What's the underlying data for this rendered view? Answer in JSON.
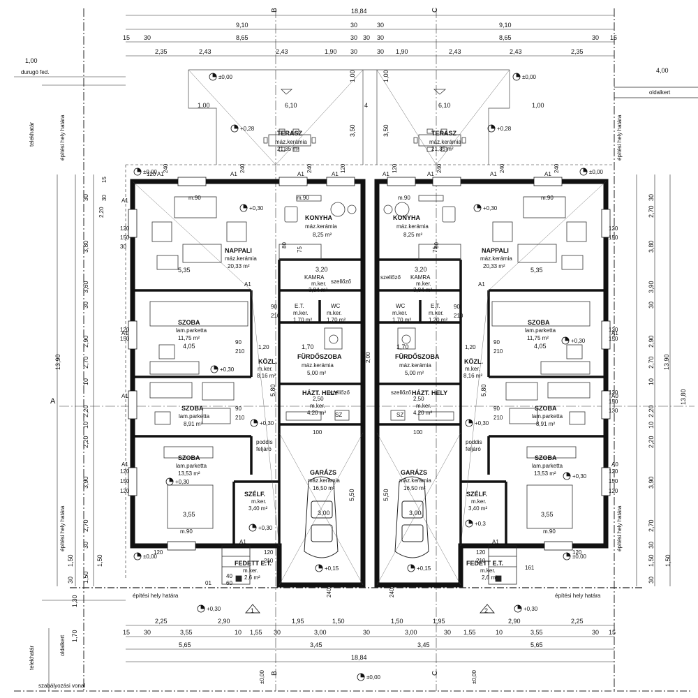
{
  "top_dims": {
    "total": "18,84",
    "row1": [
      "9,10",
      "30",
      "30",
      "9,10"
    ],
    "row2": [
      "15",
      "30",
      "8,65",
      "30",
      "30",
      "30",
      "8,65",
      "30",
      "15"
    ],
    "row3": [
      "2,35",
      "2,43",
      "2,43",
      "1,90",
      "30",
      "30",
      "1,90",
      "2,43",
      "2,43",
      "2,35"
    ]
  },
  "bottom_dims": {
    "row1": [
      "2,25",
      "2,90",
      "1,95",
      "1,50",
      "1,50",
      "1,95",
      "2,90",
      "2,25"
    ],
    "row2": [
      "15",
      "30",
      "3,55",
      "10",
      "1,55",
      "30",
      "3,00",
      "30",
      "3,00",
      "30",
      "1,55",
      "10",
      "3,55",
      "30",
      "15"
    ],
    "row3": [
      "5,65",
      "3,45",
      "3,45",
      "5,65"
    ],
    "total": "18,84"
  },
  "left_dims": {
    "outer": "13,90",
    "mid": [
      "30",
      "3,80",
      "3,60",
      "30",
      "2,90",
      "2,70",
      "10",
      "2,20",
      "10",
      "2,20",
      "3,90",
      "2,70",
      "30",
      "1,50",
      "1,50",
      "30"
    ],
    "inner": [
      "15",
      "30",
      "2,20",
      "120",
      "150",
      "30",
      "120",
      "150",
      "120",
      "150",
      "120",
      "1,50"
    ]
  },
  "right_dims": {
    "outer": [
      "13,90",
      "13,80"
    ],
    "mid": [
      "30",
      "2,70",
      "3,80",
      "3,90",
      "30",
      "2,90",
      "2,70",
      "10",
      "2,20",
      "10",
      "2,20",
      "3,90",
      "2,70",
      "30",
      "1,50",
      "1,50",
      "30"
    ],
    "inner": [
      "120",
      "150",
      "120",
      "150",
      "120",
      "150",
      "130",
      "120",
      "150",
      "120"
    ]
  },
  "site_labels": {
    "durugo": "durugó fed.",
    "durugo_dim": "1,00",
    "oldalkert_top_dim": "4,00",
    "oldalkert_top": "oldalkert",
    "telekhatar": "telekhatár",
    "epitesi_hely": "építési hely határa",
    "epitesi_hely_left": "építési hely határa",
    "epitesi_hely_right": "építési hely határa",
    "oldalkert_left": "oldalkert",
    "oldalkert_left_dim": "1,70",
    "left_bottom_dim": "1,30",
    "szabalyozasi": "szabályozási vonal"
  },
  "levels": {
    "top_left": "±0,00",
    "top_right": "±0,00",
    "terrace": "+0,28",
    "inner": "+0,30",
    "corner": "±0,00",
    "garage": "+0,15",
    "bottom_corner": "±0,00",
    "bottom": "±0,00",
    "entry": "+0,30",
    "step": "+0,3"
  },
  "axes": {
    "a": "A",
    "b": "B",
    "c": "C"
  },
  "sections": {
    "one": "1",
    "two": "2"
  },
  "terrace": {
    "name": "TERASZ",
    "floor": "máz.kerámia",
    "area": "21,35 m²",
    "w": "6,10",
    "side": "1,00",
    "depth": "3,50",
    "gap": "4"
  },
  "units": {
    "left": {
      "nappali": {
        "name": "NAPPALI",
        "floor": "máz.kerámia",
        "area": "20,33 m²",
        "dim": "5,35"
      },
      "konyha": {
        "name": "KONYHA",
        "floor": "máz.kerámia",
        "area": "8,25 m²"
      },
      "kamra": {
        "name": "KAMRA",
        "floor": "m.ker.",
        "area": "3,84 m²",
        "dim": "3,20",
        "vent": "szellőző"
      },
      "szoba1": {
        "name": "SZOBA",
        "floor": "lam.parketta",
        "area": "11,75 m²",
        "dim": "4,05"
      },
      "et": {
        "name": "E.T.",
        "floor": "m.ker.",
        "area": "1,70 m²"
      },
      "wc": {
        "name": "WC",
        "floor": "m.ker.",
        "area": "1,70 m²"
      },
      "furdo": {
        "name": "FÜRDŐSZOBA",
        "floor": "máz.kerámia",
        "area": "5,00 m²",
        "dim": "1,70"
      },
      "kozl": {
        "name": "KÖZL.",
        "floor": "m.ker.",
        "area": "8,16 m²",
        "dim": "5,80"
      },
      "haztart": {
        "name": "HÁZT. HELY",
        "floor": "m.ker.",
        "area": "4,20 m²",
        "vent": "szellőző"
      },
      "szoba2": {
        "name": "SZOBA",
        "floor": "lam.parketta",
        "area": "8,91 m²"
      },
      "szoba3": {
        "name": "SZOBA",
        "floor": "lam.parketta",
        "area": "13,53 m²",
        "dim": "3,55"
      },
      "garazs": {
        "name": "GARÁZS",
        "floor": "máz.kerámia",
        "area": "16,50 m²",
        "dim": "3,00",
        "depth": "5,50"
      },
      "szelf": {
        "name": "SZÉLF.",
        "floor": "m.ker.",
        "area": "3,40 m²"
      },
      "fedett": {
        "name": "FEDETT E.T.",
        "floor": "m.ker.",
        "area": "2,6 m²"
      },
      "poddis": {
        "name": "poddis",
        "floor": "feljáró"
      }
    },
    "right": {
      "nappali": {
        "name": "NAPPALI",
        "floor": "máz.kerámia",
        "area": "20,33 m²",
        "dim": "5,35"
      },
      "konyha": {
        "name": "KONYHA",
        "floor": "máz.kerámia",
        "area": "8,25 m²"
      },
      "kamra": {
        "name": "KAMRA",
        "floor": "m.ker.",
        "area": "3,84 m²",
        "dim": "3,20",
        "vent": "szellőző"
      },
      "szoba1": {
        "name": "SZOBA",
        "floor": "lam.parketta",
        "area": "11,75 m²",
        "dim": "4,05"
      },
      "et": {
        "name": "E.T.",
        "floor": "m.ker.",
        "area": "1,20 m²"
      },
      "wc": {
        "name": "WC",
        "floor": "m.ker.",
        "area": "1,70 m²"
      },
      "furdo": {
        "name": "FÜRDŐSZOBA",
        "floor": "máz.kerámia",
        "area": "5,00 m²",
        "dim": "1,70"
      },
      "kozl": {
        "name": "KÖZL.",
        "floor": "m.ker.",
        "area": "8,16 m²",
        "dim": "5,80"
      },
      "haztart": {
        "name": "HÁZT. HELY",
        "floor": "m.ker.",
        "area": "4,20 m²",
        "vent": "szellőző"
      },
      "szoba2": {
        "name": "SZOBA",
        "floor": "lam.parketta",
        "area": "8,91 m²"
      },
      "szoba3": {
        "name": "SZOBA",
        "floor": "lam.parketta",
        "area": "13,53 m²",
        "dim": "3,55"
      },
      "garazs": {
        "name": "GARÁZS",
        "floor": "máz.kerámia",
        "area": "16,50 m²",
        "dim": "3,00",
        "depth": "5,50"
      },
      "szelf": {
        "name": "SZÉLF.",
        "floor": "m.ker.",
        "area": "3,40 m²"
      },
      "fedett": {
        "name": "FEDETT E.T.",
        "floor": "m.ker.",
        "area": "2,6 m²"
      },
      "poddis": {
        "name": "poddis",
        "floor": "feljáró"
      }
    }
  },
  "small_labels": {
    "window": "A1",
    "window_a0": "A0",
    "sill": "m.90",
    "d240": "240",
    "d120": "120",
    "d90": "90",
    "d210": "210",
    "d75": "75",
    "d80": "80",
    "d1_20": "1,20",
    "d2_50": "2,50",
    "d2_00": "2,00",
    "d100": "100",
    "d60": "60",
    "d40": "40",
    "d161": "161",
    "d01": "01",
    "sz": "SZ"
  }
}
